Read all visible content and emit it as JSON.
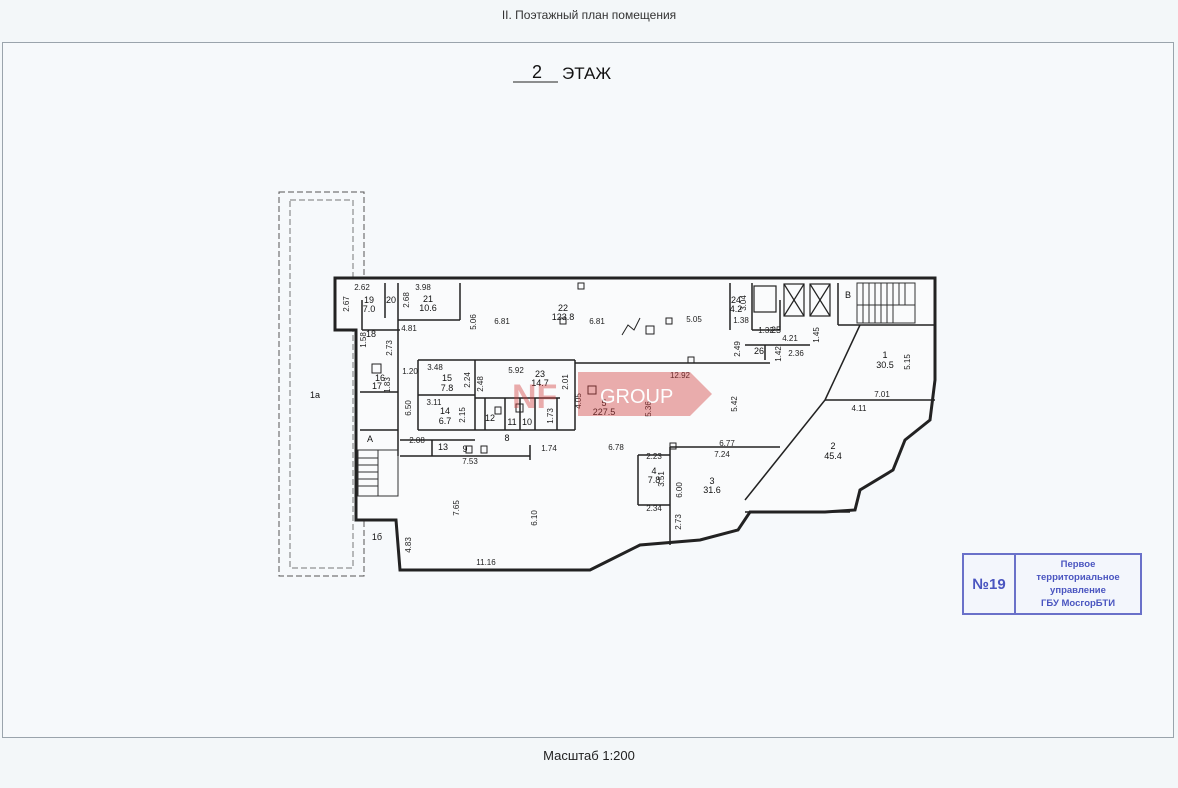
{
  "header": {
    "title": "II. Поэтажный план помещения"
  },
  "floor": {
    "number": "2",
    "label": "ЭТАЖ"
  },
  "watermark": {
    "brand_prefix": "NF",
    "brand_suffix": "GROUP",
    "color": "#d23a3a"
  },
  "scale": {
    "text": "Масштаб 1:200"
  },
  "stamp": {
    "number": "№19",
    "organization": "Первое территориальное\nуправление\nГБУ МосгорБТИ",
    "color": "#4a55c0"
  },
  "rooms": [
    {
      "id": "1a",
      "label": "1а"
    },
    {
      "id": "1b",
      "label": "1б"
    },
    {
      "id": "A",
      "label": "А"
    },
    {
      "id": "B",
      "label": "В"
    },
    {
      "id": "1",
      "label": "1",
      "area": "30.5"
    },
    {
      "id": "2",
      "label": "2",
      "area": "45.4"
    },
    {
      "id": "3",
      "label": "3",
      "area": "31.6"
    },
    {
      "id": "4",
      "label": "4",
      "area": "7.8"
    },
    {
      "id": "5",
      "label": "5",
      "area": "227.5"
    },
    {
      "id": "8",
      "label": "8"
    },
    {
      "id": "9",
      "label": "9"
    },
    {
      "id": "10",
      "label": "10"
    },
    {
      "id": "11",
      "label": "11"
    },
    {
      "id": "12",
      "label": "12"
    },
    {
      "id": "13",
      "label": "13"
    },
    {
      "id": "14",
      "label": "14",
      "area": "6.7"
    },
    {
      "id": "15",
      "label": "15",
      "area": "7.8"
    },
    {
      "id": "16",
      "label": "16"
    },
    {
      "id": "17",
      "label": "17"
    },
    {
      "id": "18",
      "label": "18"
    },
    {
      "id": "19",
      "label": "19",
      "area": "7.0"
    },
    {
      "id": "20",
      "label": "20"
    },
    {
      "id": "21",
      "label": "21",
      "area": "10.6"
    },
    {
      "id": "22",
      "label": "22",
      "area": "123.8"
    },
    {
      "id": "23",
      "label": "23",
      "area": "14.7"
    },
    {
      "id": "24",
      "label": "24",
      "area": "4.2"
    },
    {
      "id": "25",
      "label": "25"
    },
    {
      "id": "26",
      "label": "26"
    }
  ],
  "dimensions": [
    "2.62",
    "2.67",
    "3.98",
    "2.68",
    "4.81",
    "5.06",
    "6.81",
    "6.81",
    "5.05",
    "3.04",
    "1.38",
    "1.32",
    "4.21",
    "1.45",
    "2.49",
    "1.42",
    "2.36",
    "5.15",
    "7.01",
    "4.11",
    "12.92",
    "5.42",
    "6.77",
    "7.24",
    "2.23",
    "3.51",
    "6.00",
    "2.34",
    "2.73",
    "6.78",
    "1.74",
    "5.36",
    "4.05",
    "2.01",
    "5.92",
    "2.48",
    "2.24",
    "3.48",
    "3.11",
    "2.15",
    "1.73",
    "1.20",
    "2.73",
    "1.58",
    "1.83",
    "6.50",
    "2.08",
    "7.53",
    "7.65",
    "6.10",
    "4.83",
    "11.16"
  ]
}
